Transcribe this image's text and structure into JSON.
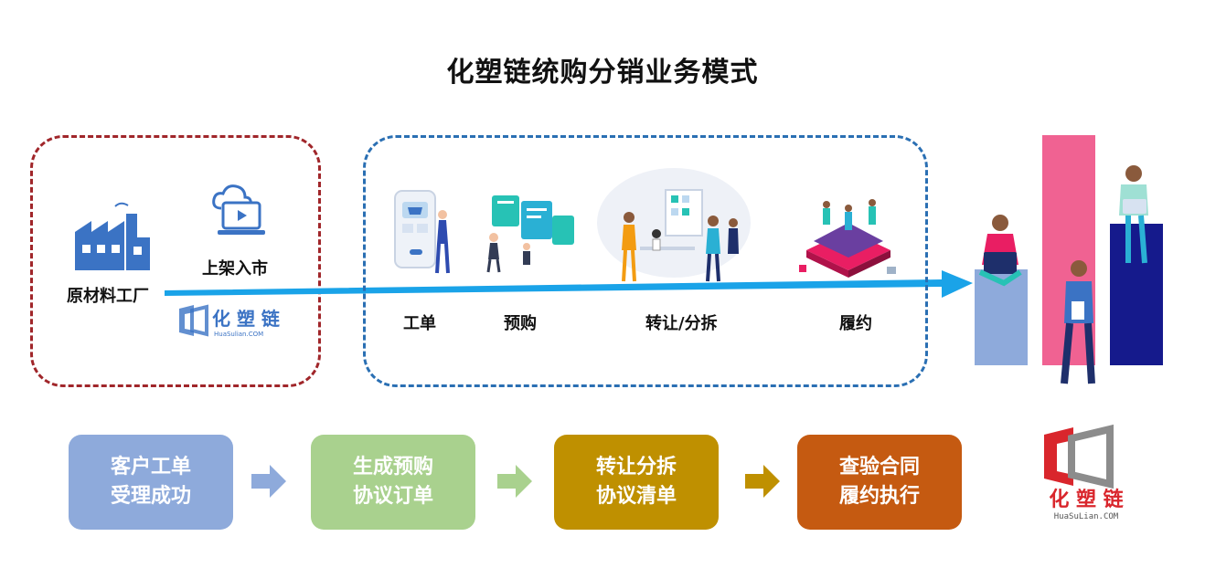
{
  "title": "化塑链统购分销业务模式",
  "supply": {
    "factory_label": "原材料工厂",
    "listing_label": "上架入市"
  },
  "flow": {
    "steps": [
      {
        "label": "工单"
      },
      {
        "label": "预购"
      },
      {
        "label": "转让/分拆"
      },
      {
        "label": "履约"
      }
    ]
  },
  "logo": {
    "small_name": "化 塑 链",
    "small_domain": "HuaSulian.COM",
    "big_name": "化 塑 链",
    "big_domain": "HuaSuLian.COM"
  },
  "process": {
    "boxes": [
      {
        "line1": "客户工单",
        "line2": "受理成功",
        "color": "#8eaadb"
      },
      {
        "line1": "生成预购",
        "line2": "协议订单",
        "color": "#a9d18e"
      },
      {
        "line1": "转让分拆",
        "line2": "协议清单",
        "color": "#bf9000"
      },
      {
        "line1": "查验合同",
        "line2": "履约执行",
        "color": "#c55a11"
      }
    ],
    "arrow_colors": [
      "#8eaadb",
      "#a9d18e",
      "#bf9000"
    ]
  },
  "colors": {
    "supply_border": "#a0262a",
    "flow_border": "#2a6fb3",
    "main_arrow": "#1aa3e8",
    "icon_blue": "#3b73c4",
    "bar_light": "#8eaadb",
    "bar_pink": "#f06292",
    "bar_navy": "#151a8c",
    "logo_red": "#d9262c"
  }
}
